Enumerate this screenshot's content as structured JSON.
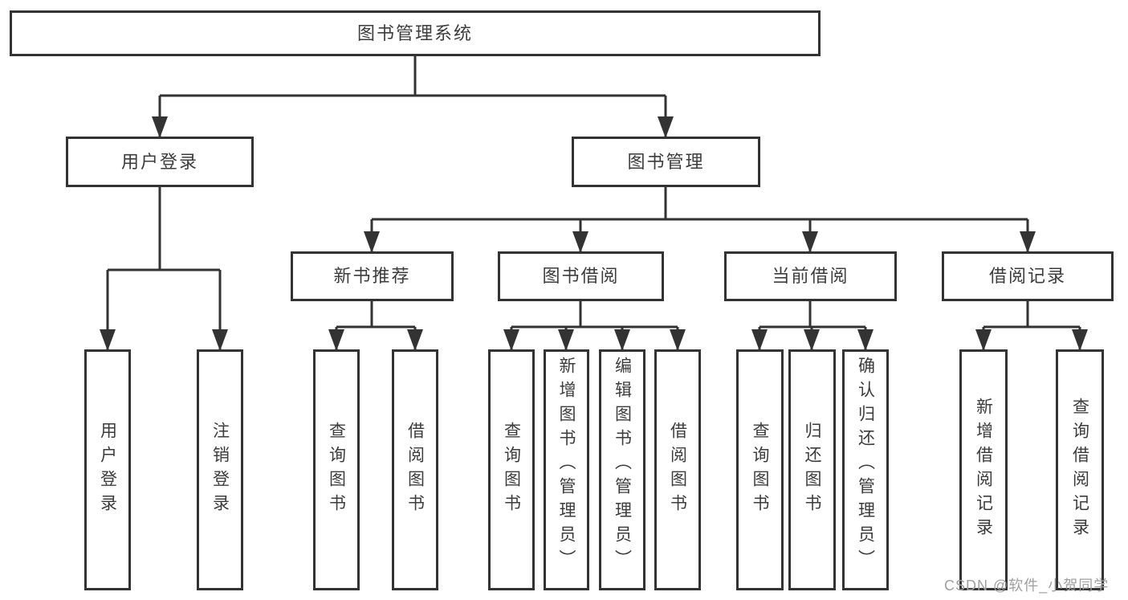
{
  "tree": {
    "label": "图书管理系统",
    "children": [
      {
        "label": "用户登录",
        "children": [
          {
            "label": "用户登录"
          },
          {
            "label": "注销登录"
          }
        ]
      },
      {
        "label": "图书管理",
        "children": [
          {
            "label": "新书推荐",
            "children": [
              {
                "label": "查询图书"
              },
              {
                "label": "借阅图书"
              }
            ]
          },
          {
            "label": "图书借阅",
            "children": [
              {
                "label": "查询图书"
              },
              {
                "label": "新增图书（管理员）"
              },
              {
                "label": "编辑图书（管理员）"
              },
              {
                "label": "借阅图书"
              }
            ]
          },
          {
            "label": "当前借阅",
            "children": [
              {
                "label": "查询图书"
              },
              {
                "label": "归还图书"
              },
              {
                "label": "确认归还（管理员）"
              }
            ]
          },
          {
            "label": "借阅记录",
            "children": [
              {
                "label": "新增借阅记录"
              },
              {
                "label": "查询借阅记录"
              }
            ]
          }
        ]
      }
    ]
  },
  "watermark": {
    "text": "CSDN @软件_小贺同学"
  },
  "colors": {
    "line": "#333333",
    "border": "#333333",
    "text": "#3c3c3c",
    "background": "#ffffff",
    "watermark": "#a0a0a0"
  }
}
